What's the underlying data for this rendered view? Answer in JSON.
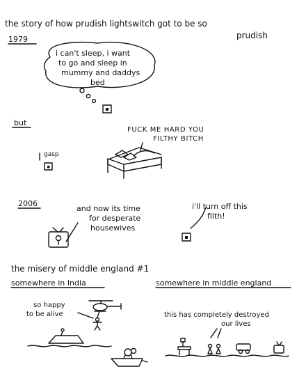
{
  "title_line1": "the story of how prudish lightswitch got to be so",
  "title_line2": "prudish",
  "year_1979": "1979",
  "child_thought": [
    "i can't sleep, i want",
    "to go and sleep in",
    "mummy and daddys",
    "bed"
  ],
  "but_label": "but",
  "gasp_label": "gasp",
  "parents_speech": [
    "FUCK ME HARD YOU",
    "FILTHY BITCH"
  ],
  "year_2006": "2006",
  "tv_speech": [
    "and now its time",
    "for desperate",
    "housewives"
  ],
  "switch_speech": [
    "i'll turn off this",
    "filth!"
  ],
  "section_title": "the misery of middle england #1",
  "left_panel_title": "somewhere in India",
  "right_panel_title": "somewhere in middle england",
  "india_speech": [
    "so happy",
    "to be alive"
  ],
  "england_speech": [
    "this has completely destroyed",
    "our lives"
  ]
}
